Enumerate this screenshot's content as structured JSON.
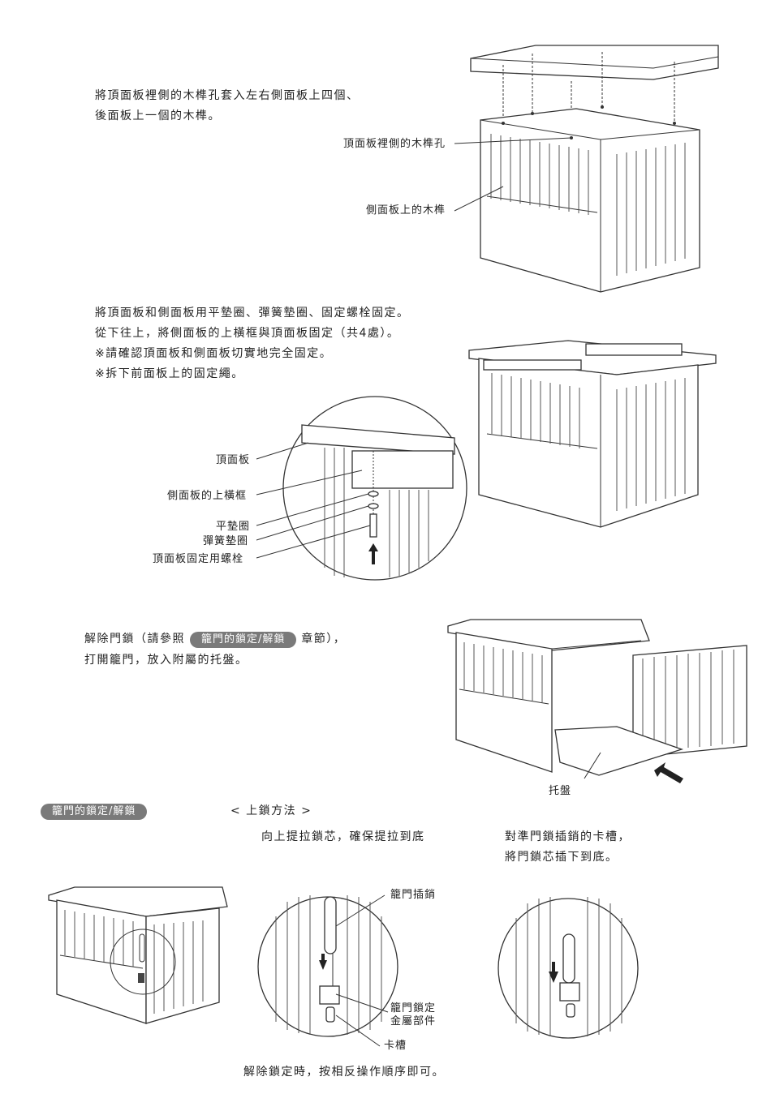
{
  "step1": {
    "instruction_lines": [
      "將頂面板裡側的木榫孔套入左右側面板上四個、",
      "後面板上一個的木榫。"
    ],
    "label_top_hole": "頂面板裡側的木榫孔",
    "label_side_dowel": "側面板上的木榫"
  },
  "step2": {
    "instruction_lines": [
      "將頂面板和側面板用平墊圈、彈簧墊圈、固定螺栓固定。",
      "從下往上，將側面板的上橫框與頂面板固定（共4處）。",
      "※請確認頂面板和側面板切實地完全固定。",
      "※拆下前面板上的固定繩。"
    ],
    "label_top_panel": "頂面板",
    "label_side_frame": "側面板的上橫框",
    "label_flat_washer": "平墊圈",
    "label_spring_washer": "彈簧墊圈",
    "label_bolt": "頂面板固定用螺栓"
  },
  "step3": {
    "instruction_prefix": "解除門鎖（請參照",
    "instruction_ref": "籠門的鎖定/解鎖",
    "instruction_suffix": "章節），",
    "instruction_line2": "打開籠門，放入附屬的托盤。",
    "label_tray": "托盤"
  },
  "lock_section": {
    "badge": "籠門的鎖定/解鎖",
    "method_title": "< 上鎖方法 >",
    "step_a": "向上提拉鎖芯，確保提拉到底",
    "step_b_lines": [
      "對準門鎖插銷的卡槽，",
      "將門鎖芯插下到底。"
    ],
    "label_pin": "籠門插銷",
    "label_hardware_lines": [
      "籠門鎖定",
      "金屬部件"
    ],
    "label_slot": "卡槽",
    "footer_note": "解除鎖定時，按相反操作順序即可。"
  }
}
